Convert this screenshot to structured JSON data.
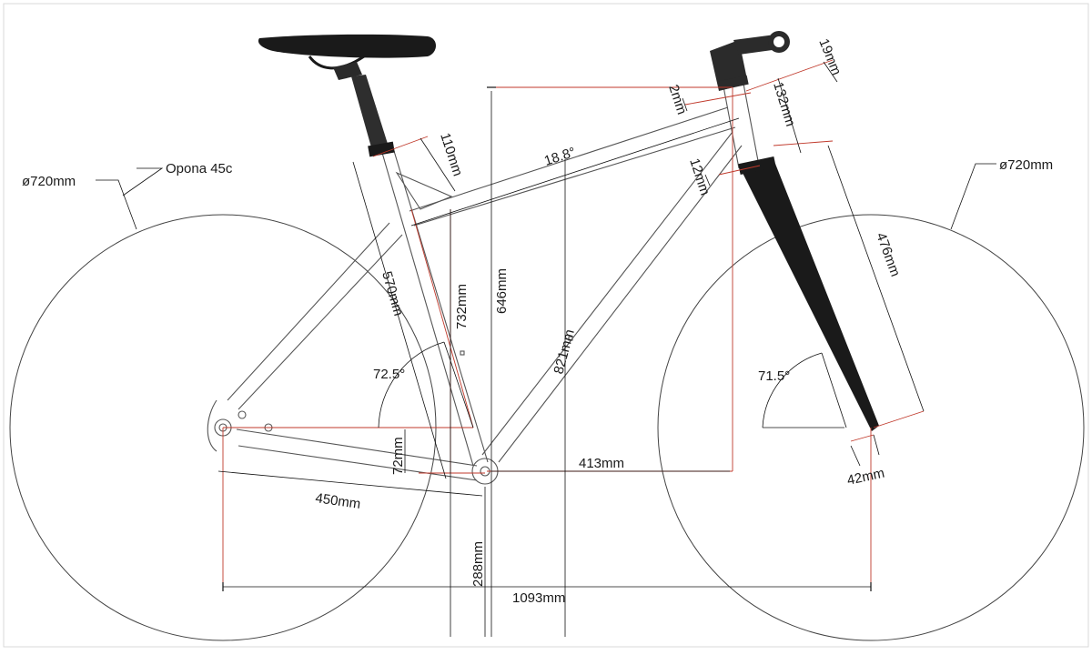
{
  "diagram": {
    "labels": {
      "wheel_diameter_left": "ø720mm",
      "wheel_diameter_right": "ø720mm",
      "tire": "Opona 45c",
      "seat_tube_angle": "72.5°",
      "head_tube_angle": "71.5°",
      "top_tube_angle": "18.8°",
      "head_tube_length": "132mm",
      "fork_length": "476mm",
      "fork_offset": "42mm",
      "spacer_top": "19mm",
      "spacer_2": "2mm",
      "headset_lower": "12mm",
      "seat_tube_length": "570mm",
      "seat_tube_ctt": "732mm",
      "top_extension": "110mm",
      "stack": "646mm",
      "reach_like": "821mm",
      "reach": "413mm",
      "bb_drop": "72mm",
      "chainstay": "450mm",
      "bb_height": "288mm",
      "wheelbase": "1093mm"
    },
    "colors": {
      "frame": "#555555",
      "dimension_red": "#c0392b",
      "dimension_black": "#111111",
      "saddle": "#1a1a1a"
    }
  }
}
